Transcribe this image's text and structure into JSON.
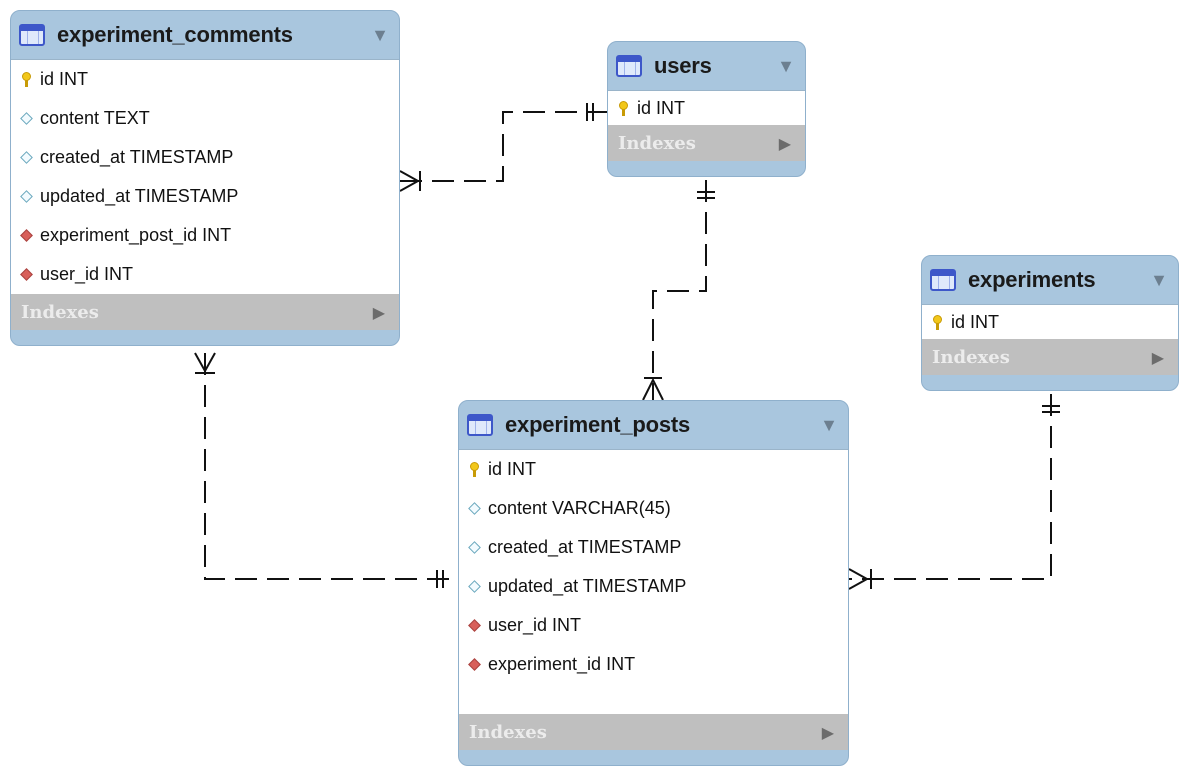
{
  "tables": {
    "experiment_comments": {
      "title": "experiment_comments",
      "columns": [
        {
          "text": "id INT",
          "kind": "primary-key"
        },
        {
          "text": "content TEXT",
          "kind": "column"
        },
        {
          "text": "created_at TIMESTAMP",
          "kind": "column"
        },
        {
          "text": "updated_at TIMESTAMP",
          "kind": "column"
        },
        {
          "text": "experiment_post_id INT",
          "kind": "foreign-key"
        },
        {
          "text": "user_id INT",
          "kind": "foreign-key"
        }
      ],
      "indexes_label": "Indexes"
    },
    "users": {
      "title": "users",
      "columns": [
        {
          "text": "id INT",
          "kind": "primary-key"
        }
      ],
      "indexes_label": "Indexes"
    },
    "experiments": {
      "title": "experiments",
      "columns": [
        {
          "text": "id INT",
          "kind": "primary-key"
        }
      ],
      "indexes_label": "Indexes"
    },
    "experiment_posts": {
      "title": "experiment_posts",
      "columns": [
        {
          "text": "id INT",
          "kind": "primary-key"
        },
        {
          "text": "content VARCHAR(45)",
          "kind": "column"
        },
        {
          "text": "created_at TIMESTAMP",
          "kind": "column"
        },
        {
          "text": "updated_at TIMESTAMP",
          "kind": "column"
        },
        {
          "text": "user_id INT",
          "kind": "foreign-key"
        },
        {
          "text": "experiment_id INT",
          "kind": "foreign-key"
        }
      ],
      "indexes_label": "Indexes"
    }
  },
  "relationships": [
    {
      "from": "users",
      "to": "experiment_comments",
      "cardinality": "one-to-many"
    },
    {
      "from": "users",
      "to": "experiment_posts",
      "cardinality": "one-to-many"
    },
    {
      "from": "experiment_posts",
      "to": "experiment_comments",
      "cardinality": "one-to-many"
    },
    {
      "from": "experiments",
      "to": "experiment_posts",
      "cardinality": "one-to-many"
    }
  ],
  "icons": {
    "table": "table-icon",
    "primary_key": "key-icon",
    "column": "column-diamond-icon",
    "foreign_key": "foreign-key-diamond-icon",
    "collapse": "collapse-triangle-icon",
    "indexes_expand": "expand-arrow-icon"
  },
  "colors": {
    "header": "#a9c6de",
    "indexes_bar": "#bfbfbf",
    "table_icon": "#3d57c9",
    "primary_key": "#f2c71a",
    "foreign_key": "#d85f5a",
    "column_diamond": "#6aa8bd"
  }
}
